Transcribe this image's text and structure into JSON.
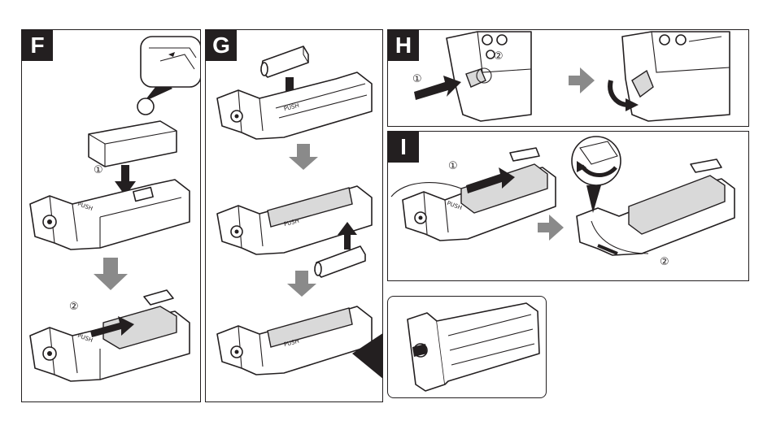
{
  "panels": {
    "F": {
      "label": "F",
      "step1": "①",
      "step2": "②",
      "push1": "PUSH",
      "push2": "PUSH"
    },
    "G": {
      "label": "G",
      "push1": "PUSH",
      "push2": "PUSH",
      "push3": "PUSH"
    },
    "H": {
      "label": "H",
      "step1": "①",
      "step2": "②"
    },
    "I": {
      "label": "I",
      "step1": "①",
      "step2": "②",
      "push": "PUSH"
    }
  },
  "colors": {
    "ink": "#231f20",
    "arrow_black": "#231f20",
    "arrow_grey": "#8a8a8a"
  },
  "icons": [
    "battery-pack-icon",
    "aa-battery-icon",
    "battery-holder-icon",
    "battery-grip-icon",
    "process-arrow-icon",
    "magnifier-callout-icon"
  ]
}
